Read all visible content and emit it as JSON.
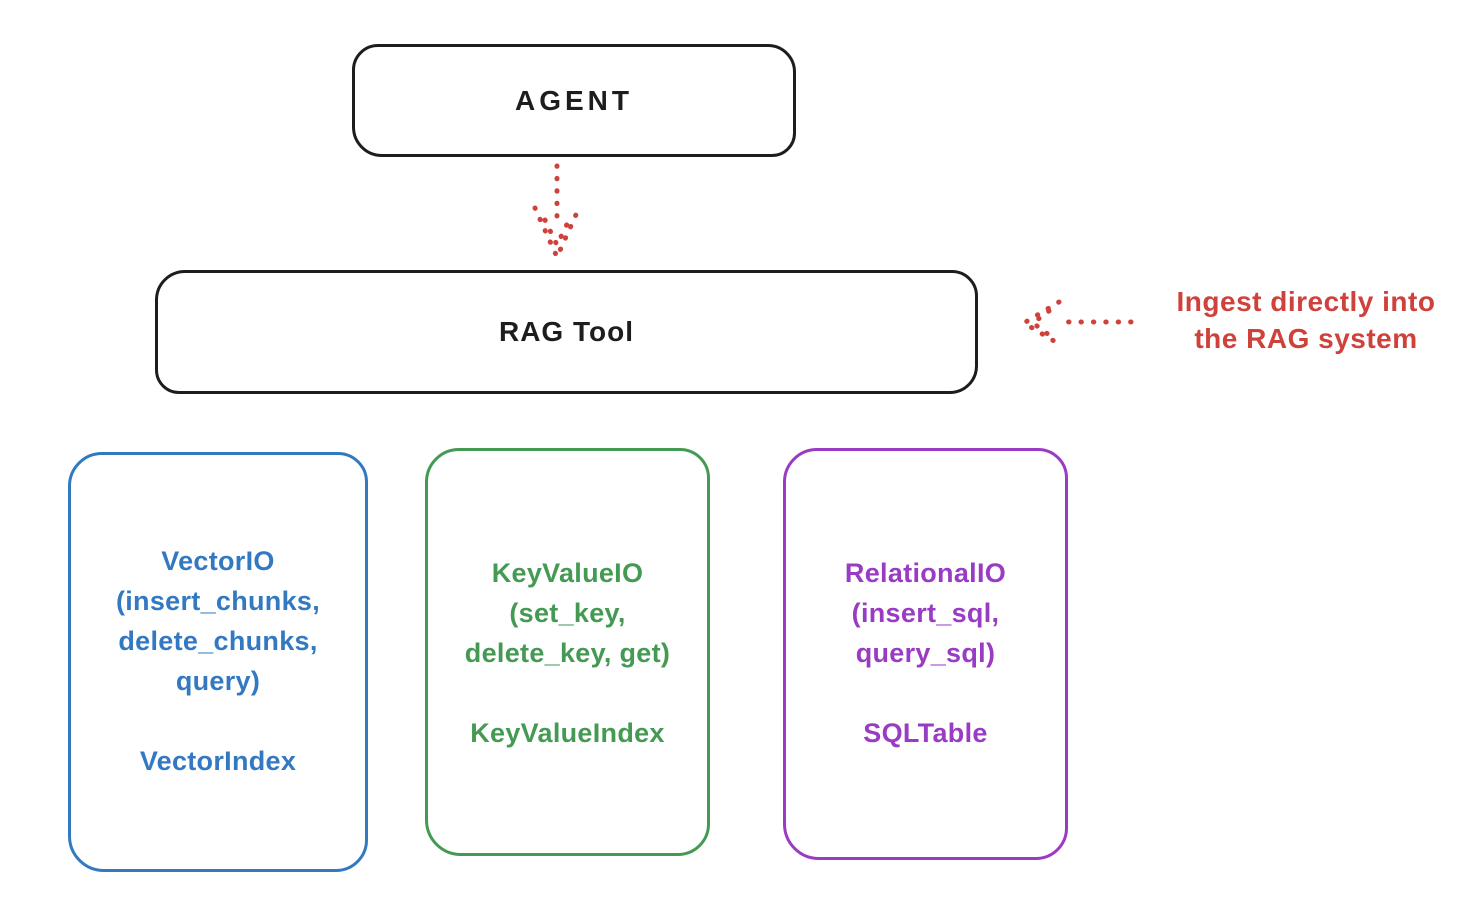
{
  "agent": {
    "label": "AGENT"
  },
  "rag_tool": {
    "label": "RAG Tool"
  },
  "annotation": {
    "lines": [
      "Ingest directly into",
      "the RAG system"
    ]
  },
  "backends": [
    {
      "id": "vector",
      "name_lines": [
        "VectorIO",
        "(insert_chunks,",
        "delete_chunks,",
        "query)"
      ],
      "index_label": "VectorIndex",
      "color": "#3379c2"
    },
    {
      "id": "keyvalue",
      "name_lines": [
        "KeyValueIO",
        "(set_key,",
        "delete_key, get)"
      ],
      "index_label": "KeyValueIndex",
      "color": "#449a52"
    },
    {
      "id": "relational",
      "name_lines": [
        "RelationalIO",
        "(insert_sql,",
        "query_sql)"
      ],
      "index_label": "SQLTable",
      "color": "#9a3bc4"
    }
  ],
  "colors": {
    "stroke": "#1d1d1d",
    "red": "#cf423c",
    "blue": "#3379c2",
    "green": "#449a52",
    "purple": "#9a3bc4",
    "background": "#ffffff"
  }
}
